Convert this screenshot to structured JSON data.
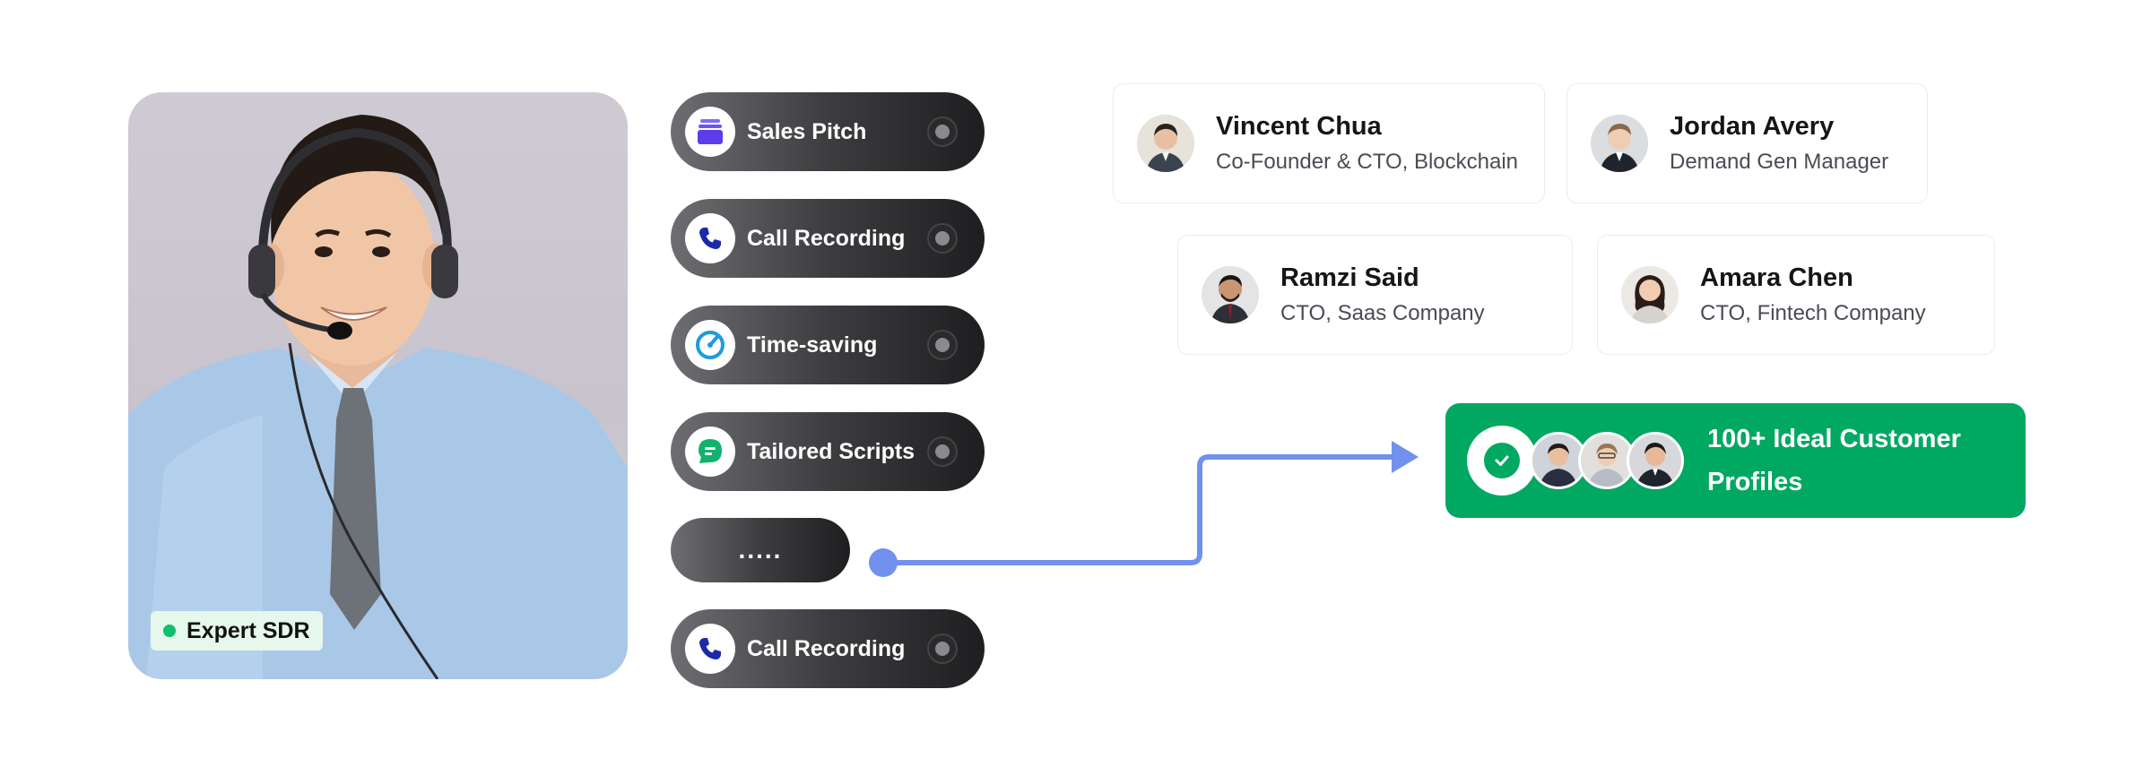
{
  "profile": {
    "badge_label": "Expert SDR",
    "badge_dot_color": "#0fbf6a"
  },
  "pills": [
    {
      "label": "Sales Pitch",
      "icon": "layers-icon"
    },
    {
      "label": "Call Recording",
      "icon": "phone-icon"
    },
    {
      "label": "Time-saving",
      "icon": "gauge-icon"
    },
    {
      "label": "Tailored Scripts",
      "icon": "chat-icon"
    },
    {
      "label": "....."
    },
    {
      "label": "Call Recording",
      "icon": "phone-icon"
    }
  ],
  "cards": [
    {
      "name": "Vincent Chua",
      "role": "Co-Founder & CTO, Blockchain"
    },
    {
      "name": "Jordan Avery",
      "role": "Demand Gen Manager"
    },
    {
      "name": "Ramzi Said",
      "role": "CTO, Saas Company"
    },
    {
      "name": "Amara Chen",
      "role": "CTO,  Fintech Company"
    }
  ],
  "icp": {
    "label": "100+ Ideal Customer Profiles",
    "color": "#00a862"
  },
  "colors": {
    "connector": "#7291ee",
    "pill_dark": "#1e1e20"
  }
}
